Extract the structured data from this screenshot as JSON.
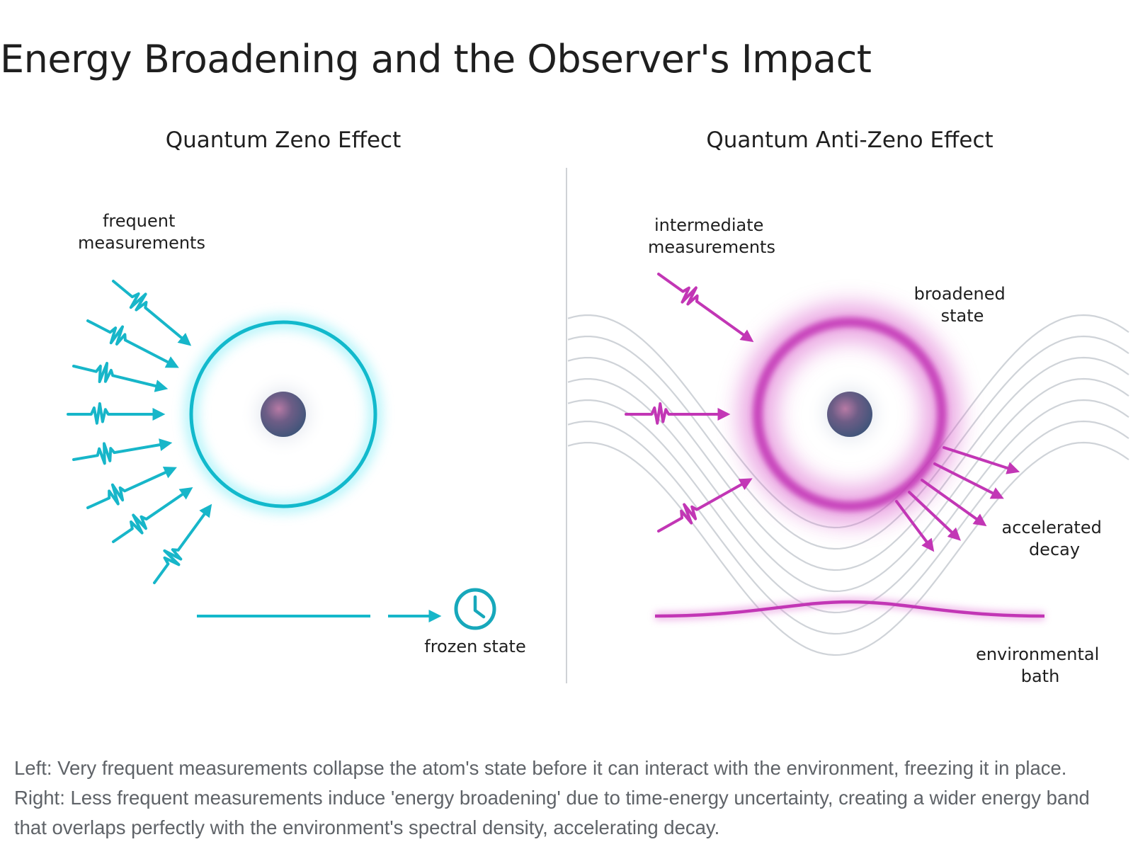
{
  "title": "Energy Broadening and the Observer's Impact",
  "figure": {
    "left_panel": {
      "title": "Quantum Zeno Effect",
      "measurement_label": [
        "frequent",
        "measurements"
      ],
      "state_label": "frozen state",
      "accent_color": "#17c1d3",
      "icon": "clock-icon"
    },
    "right_panel": {
      "title": "Quantum Anti-Zeno Effect",
      "measurement_label": [
        "intermediate",
        "measurements"
      ],
      "broadened_label": [
        "broadened",
        "state"
      ],
      "decay_label": [
        "accelerated",
        "decay"
      ],
      "bath_label": [
        "environmental",
        "bath"
      ],
      "accent_color": "#c236b5",
      "bath_color": "#cfd3d8"
    }
  },
  "caption": "Left: Very frequent measurements collapse the atom's state before it can interact with the environment, freezing it in place. Right: Less frequent measurements induce 'energy broadening' due to time-energy uncertainty, creating a wider energy band that overlaps perfectly with the environment's spectral density, accelerating decay."
}
